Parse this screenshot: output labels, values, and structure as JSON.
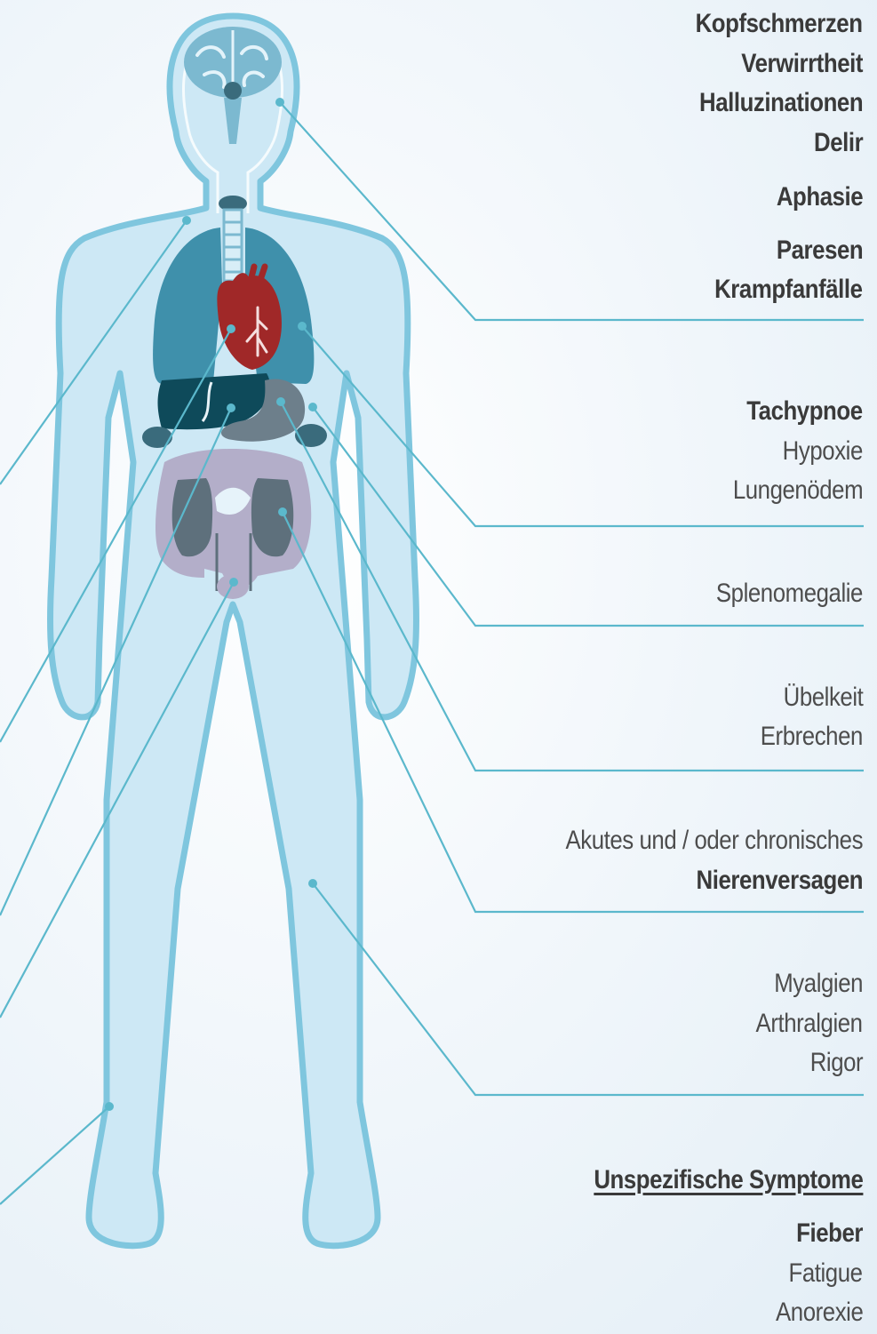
{
  "groups": {
    "neuro": {
      "line1": "Kopfschmerzen",
      "line2": "Verwirrtheit",
      "line3": "Halluzinationen",
      "line4": "Delir",
      "line5": "Aphasie",
      "line6": "Paresen",
      "line7": "Krampfanfälle"
    },
    "lung": {
      "line1": "Tachypnoe",
      "line2": "Hypoxie",
      "line3": "Lungenödem"
    },
    "spleen": {
      "line1": "Splenomegalie"
    },
    "gi": {
      "line1": "Übelkeit",
      "line2": "Erbrechen"
    },
    "kidney": {
      "line1": "Akutes und / oder chronisches",
      "line2": "Nierenversagen"
    },
    "muscle": {
      "line1": "Myalgien",
      "line2": "Arthralgien",
      "line3": "Rigor"
    },
    "general": {
      "heading": "Unspezifische Symptome",
      "line1": "Fieber",
      "line2": "Fatigue",
      "line3": "Anorexie"
    }
  },
  "colors": {
    "body_fill": "#cde8f5",
    "body_outline": "#7fc6de",
    "leader_line": "#5bb8cc",
    "lungs": "#3f90ab",
    "heart": "#a02828",
    "liver": "#0e4a5a",
    "organ_gray": "#6d7f8b",
    "intestine": "#b3aec9"
  }
}
